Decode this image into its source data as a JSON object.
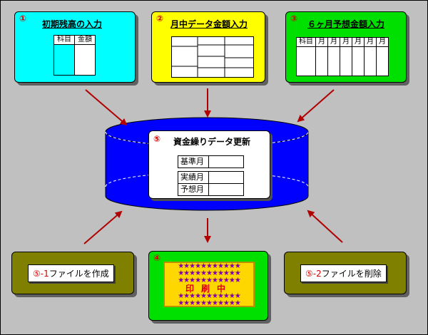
{
  "box1": {
    "num": "①",
    "title": "初期残高の入力",
    "col_subject": "科目",
    "col_amount": "金額"
  },
  "box2": {
    "num": "②",
    "title": "月中データ金額入力"
  },
  "box3": {
    "num": "③",
    "title": "６ヶ月予想金額入力",
    "col_subject": "科目",
    "months": [
      "月",
      "月",
      "月",
      "月",
      "月",
      "月"
    ]
  },
  "box5": {
    "num": "⑤",
    "title": "資金繰りデータ更新",
    "rows": [
      "基準月",
      "実績月",
      "予想月"
    ]
  },
  "box4": {
    "num": "④",
    "star_row": "★★★★★★★★★★★",
    "print_text": "印刷中"
  },
  "btn_create": {
    "num": "⑤-1",
    "label": "ファイルを作成"
  },
  "btn_delete": {
    "num": "⑤-2",
    "label": "ファイルを削除"
  },
  "colors": {
    "background": "#c0c0c0",
    "box1": "#00ffff",
    "box2": "#ffff00",
    "box3": "#00e000",
    "box4": "#00e000",
    "database": "#0000ff",
    "olive_button": "#808000",
    "arrow": "#b00000",
    "accent_red": "#d00000"
  }
}
